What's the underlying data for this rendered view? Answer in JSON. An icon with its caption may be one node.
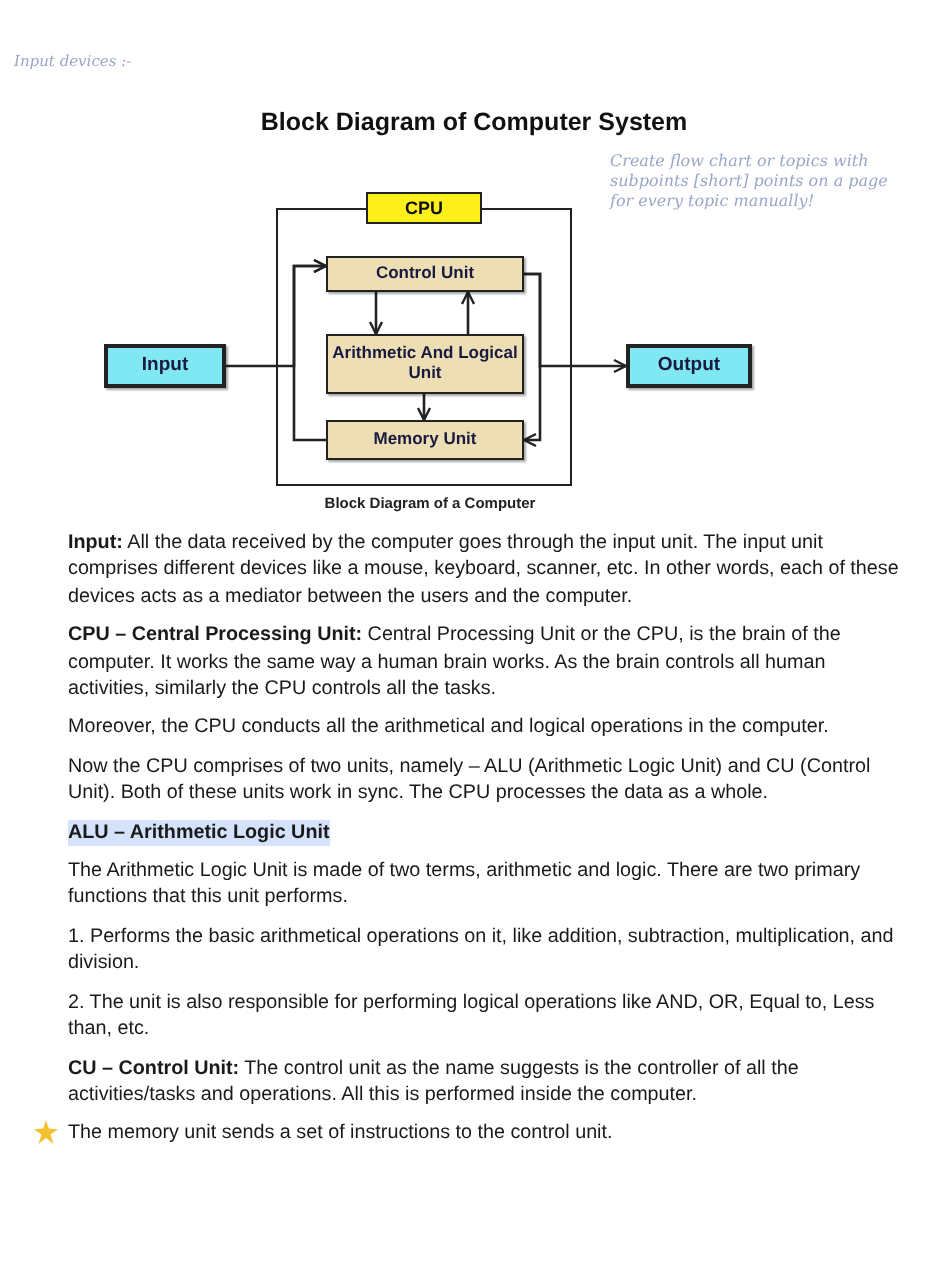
{
  "diagram": {
    "title": "Block Diagram of Computer System",
    "caption": "Block Diagram of a Computer",
    "nodes": [
      {
        "text": [
          "CPU"
        ]
      },
      {
        "text": [
          "Control Unit"
        ],
        "in": 0
      },
      {
        "text": [
          "Arithmetic And Logical Unit"
        ],
        "in": 0
      },
      {
        "text": [
          "Memory Unit"
        ],
        "in": 0
      },
      {
        "text": [
          "Input"
        ]
      },
      {
        "text": [
          "Output"
        ]
      }
    ],
    "edges": [
      {
        "from": 1,
        "to": 2,
        "arrow": "to"
      },
      {
        "from": 2,
        "to": 1,
        "arrow": "to"
      },
      {
        "from": 2,
        "to": 3,
        "arrow": "to"
      },
      {
        "from": 4,
        "to": 1,
        "arrow": "to"
      },
      {
        "from": 3,
        "to": 1,
        "arrow": "to"
      },
      {
        "from": 1,
        "to": 3,
        "arrow": "to"
      },
      {
        "from": 1,
        "to": 5,
        "arrow": "to"
      }
    ],
    "labels": [
      "Input devices :-",
      "Create flow chart or topics with subpoints [short] points on a page for every topic manually!",
      "**Input:** All the data received by the computer goes through the input unit. The input unit comprises different devices like a mouse, keyboard, scanner, etc. In other words, each of these devices acts as a mediator between the users and the computer.",
      "**CPU – Central Processing Unit:** Central Processing Unit or the CPU, is the brain of the computer. It works the same way a human brain works. As the brain controls all human activities, similarly the CPU controls all the tasks.",
      "Moreover, the CPU conducts all the arithmetical and logical operations in the computer.",
      "Now the CPU comprises of two units, namely – ALU (Arithmetic Logic Unit) and CU (Control Unit). Both of these units work in sync. The CPU processes the data as a whole.",
      "ALU – Arithmetic Logic Unit",
      "The Arithmetic Logic Unit is made of two terms, arithmetic and logic. There are two primary functions that this unit performs.",
      "1. Performs the basic arithmetical operations on it, like addition, subtraction, multiplication, and division.",
      "2. The unit is also responsible for performing logical operations like AND, OR, Equal to, Less than, etc.",
      "**CU – Control Unit:** The control unit as the name suggests is the controller of all the activities/tasks and operations. All this is performed inside the computer.",
      "The memory unit sends a set of instructions to the control unit."
    ]
  }
}
